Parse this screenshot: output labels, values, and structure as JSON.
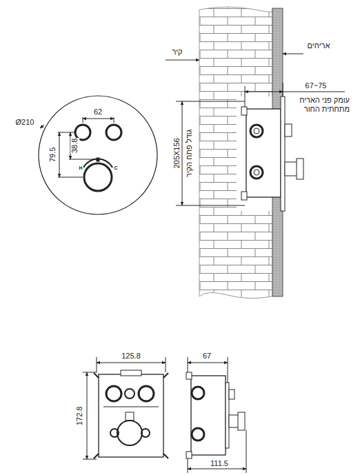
{
  "diagram": {
    "labels": [
      "Ø210",
      "62",
      "38.8",
      "79.5",
      "H",
      "C",
      "קיר",
      "אריחים",
      "67~75",
      "עומק פני האריח מתחתית החור",
      "205X156",
      "גודל פתח הקיר",
      "125.8",
      "172.8",
      "67",
      "111.5"
    ]
  }
}
